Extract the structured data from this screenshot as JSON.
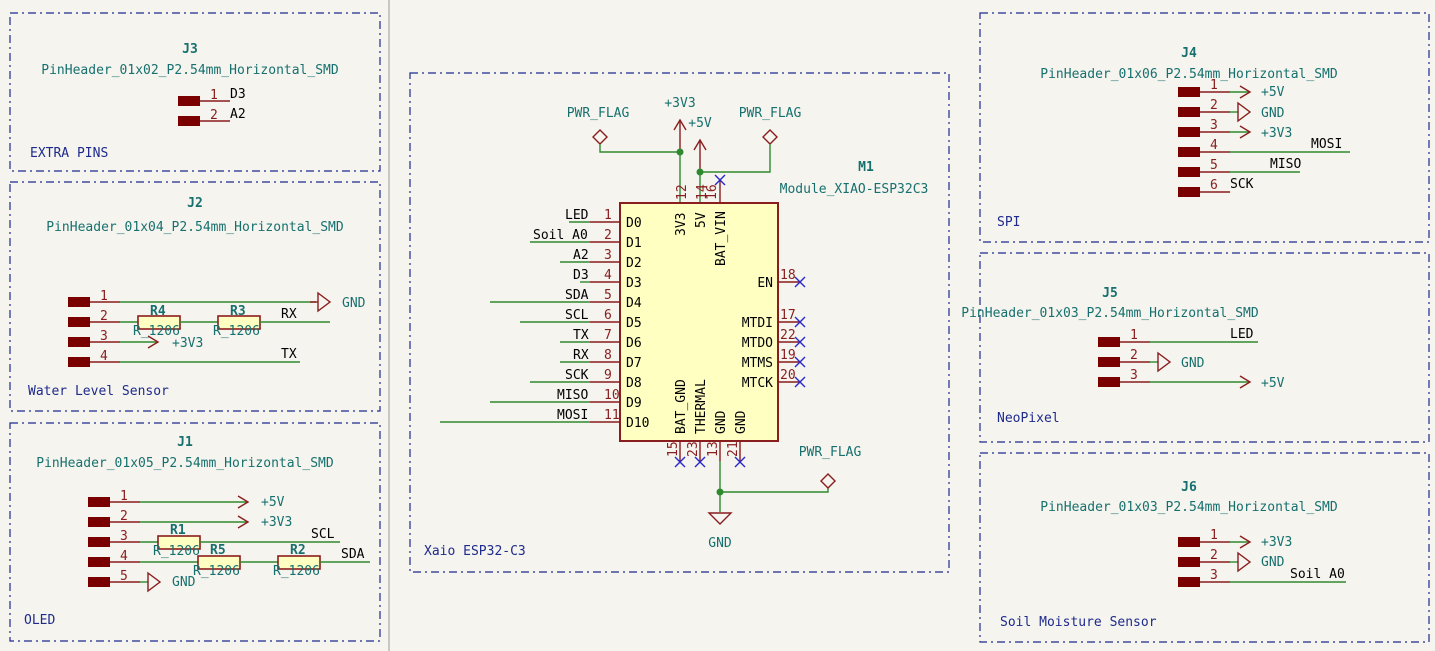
{
  "sections": {
    "extra": {
      "title": "EXTRA PINS"
    },
    "water": {
      "title": "Water Level Sensor"
    },
    "oled": {
      "title": "OLED"
    },
    "mcu": {
      "title": "Xaio ESP32-C3"
    },
    "spi": {
      "title": "SPI"
    },
    "neo": {
      "title": "NeoPixel"
    },
    "soil": {
      "title": "Soil Moisture Sensor"
    }
  },
  "components": {
    "j3": {
      "ref": "J3",
      "fp": "PinHeader_01x02_P2.54mm_Horizontal_SMD",
      "pins": [
        "1",
        "2"
      ],
      "nets": [
        "D3",
        "A2"
      ]
    },
    "j2": {
      "ref": "J2",
      "fp": "PinHeader_01x04_P2.54mm_Horizontal_SMD",
      "pins": [
        "1",
        "2",
        "3",
        "4"
      ],
      "nets": [
        "GND",
        "RX",
        "+3V3",
        "TX"
      ]
    },
    "j1": {
      "ref": "J1",
      "fp": "PinHeader_01x05_P2.54mm_Horizontal_SMD",
      "pins": [
        "1",
        "2",
        "3",
        "4",
        "5"
      ],
      "nets": [
        "+5V",
        "+3V3",
        "SCL",
        "SDA",
        "GND"
      ]
    },
    "j4": {
      "ref": "J4",
      "fp": "PinHeader_01x06_P2.54mm_Horizontal_SMD",
      "pins": [
        "1",
        "2",
        "3",
        "4",
        "5",
        "6"
      ],
      "nets": [
        "+5V",
        "GND",
        "+3V3",
        "MOSI",
        "MISO",
        "SCK"
      ]
    },
    "j5": {
      "ref": "J5",
      "fp": "PinHeader_01x03_P2.54mm_Horizontal_SMD",
      "pins": [
        "1",
        "2",
        "3"
      ],
      "nets": [
        "LED",
        "GND",
        "+5V"
      ]
    },
    "j6": {
      "ref": "J6",
      "fp": "PinHeader_01x03_P2.54mm_Horizontal_SMD",
      "pins": [
        "1",
        "2",
        "3"
      ],
      "nets": [
        "+3V3",
        "GND",
        "Soil A0"
      ]
    },
    "r1": {
      "ref": "R1",
      "value": "R_1206"
    },
    "r2": {
      "ref": "R2",
      "value": "R_1206"
    },
    "r3": {
      "ref": "R3",
      "value": "R_1206"
    },
    "r4": {
      "ref": "R4",
      "value": "R_1206"
    },
    "r5": {
      "ref": "R5",
      "value": "R_1206"
    },
    "m1": {
      "ref": "M1",
      "fp": "Module_XIAO-ESP32C3",
      "left_nets": [
        "LED",
        "Soil A0",
        "A2",
        "D3",
        "SDA",
        "SCL",
        "TX",
        "RX",
        "SCK",
        "MISO",
        "MOSI"
      ],
      "left_pins": [
        "1",
        "2",
        "3",
        "4",
        "5",
        "6",
        "7",
        "8",
        "9",
        "10",
        "11"
      ],
      "left_names": [
        "D0",
        "D1",
        "D2",
        "D3",
        "D4",
        "D5",
        "D6",
        "D7",
        "D8",
        "D9",
        "D10"
      ],
      "top_pins": [
        "12",
        "14",
        "16"
      ],
      "top_names": [
        "3V3",
        "5V",
        "BAT_VIN"
      ],
      "right_pins": [
        "18",
        "17",
        "22",
        "19",
        "20"
      ],
      "right_names": [
        "EN",
        "MTDI",
        "MTDO",
        "MTMS",
        "MTCK"
      ],
      "bottom_pins": [
        "15",
        "23",
        "13",
        "21"
      ],
      "bottom_names": [
        "BAT_GND",
        "THERMAL",
        "GND",
        "GND"
      ]
    }
  },
  "power": {
    "pwr_flag": "PWR_FLAG",
    "v33": "+3V3",
    "v5": "+5V",
    "gnd": "GND"
  }
}
